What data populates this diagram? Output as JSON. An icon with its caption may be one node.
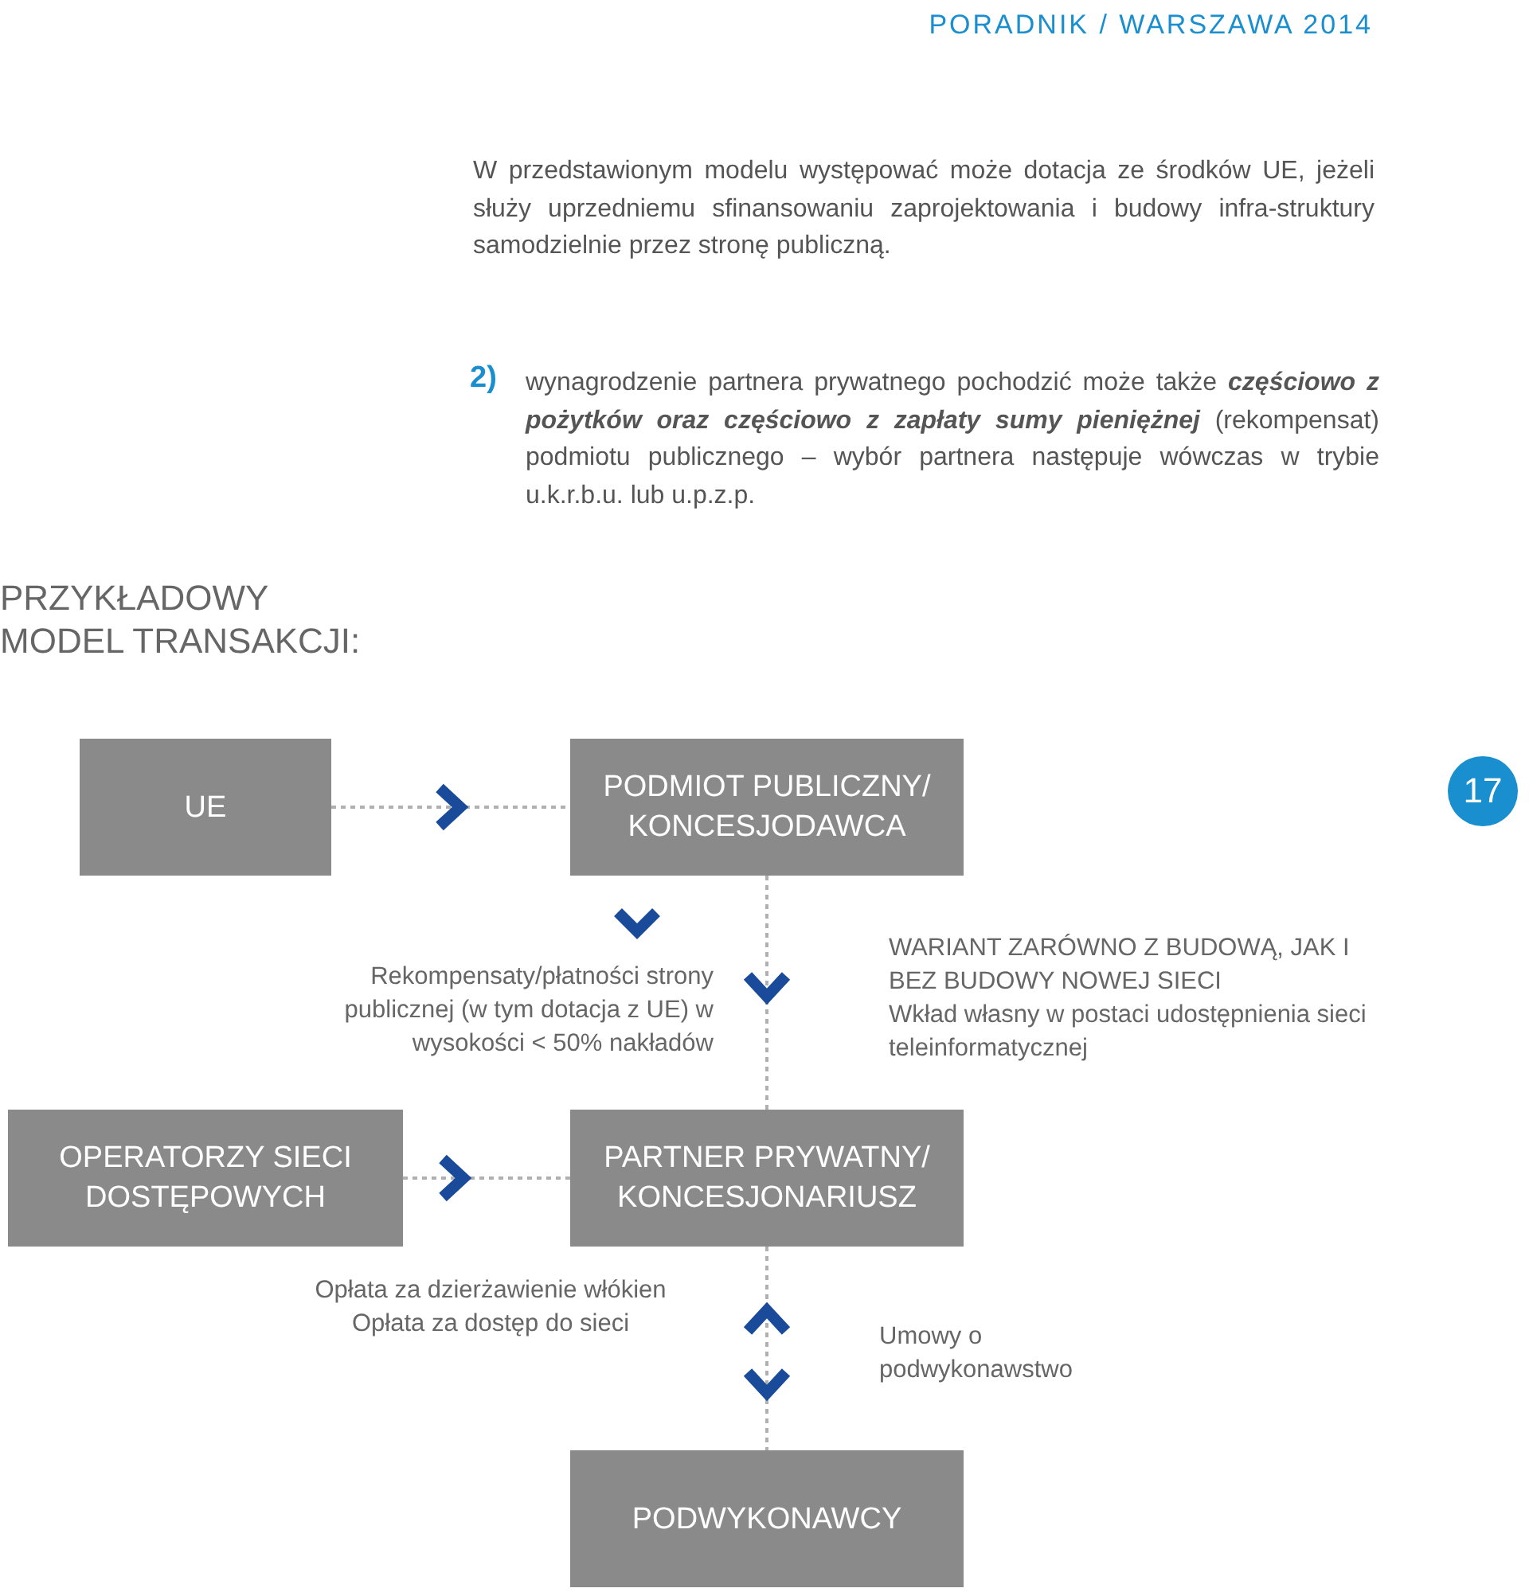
{
  "diagram": {
    "title": "PRZYKŁADOWY MODEL TRANSAKCJI:",
    "nodes": [
      {
        "text": [
          "UE"
        ]
      },
      {
        "text": [
          "PODMIOT PUBLICZNY/ KONCESJODAWCA"
        ]
      },
      {
        "text": [
          "OPERATORZY SIECI DOSTĘPOWYCH"
        ]
      },
      {
        "text": [
          "PARTNER PRYWATNY/ KONCESJONARIUSZ"
        ]
      },
      {
        "text": [
          "PODWYKONAWCY"
        ]
      }
    ],
    "edges": [
      {
        "from": 0,
        "to": 1,
        "arrow": "to"
      },
      {
        "from": 1,
        "to": 3,
        "arrow": "to"
      },
      {
        "from": 2,
        "to": 3,
        "arrow": "to"
      },
      {
        "from": 3,
        "to": 4,
        "arrow": "both"
      }
    ],
    "labels": [
      "PORADNIK / WARSZAWA 2014",
      "W przedstawionym modelu występować może dotacja ze środków UE, jeżeli służy uprzedniemu sfinansowaniu zaprojektowania i budowy infra-struktury samodzielnie przez stronę publiczną.",
      "2)",
      "wynagrodzenie partnera prywatnego pochodzić może także **częściowo z pożytków oraz częściowo z zapłaty sumy pieniężnej** (rekompensat) podmiotu publicznego – wybór partnera następuje wówczas w trybie u.k.r.b.u. lub u.p.z.p.",
      "17",
      "Rekompensaty/płatności strony publicznej (w tym dotacja z UE) w wysokości < 50% nakładów",
      "WARIANT ZARÓWNO Z BUDOWĄ, JAK I BEZ BUDOWY NOWEJ SIECI",
      "Wkład własny w postaci udostępnienia sieci teleinformatycznej",
      "Opłata za dzierżawienie włókien",
      "Opłata za dostęp do sieci",
      "Umowy o podwykonawstwo"
    ]
  }
}
